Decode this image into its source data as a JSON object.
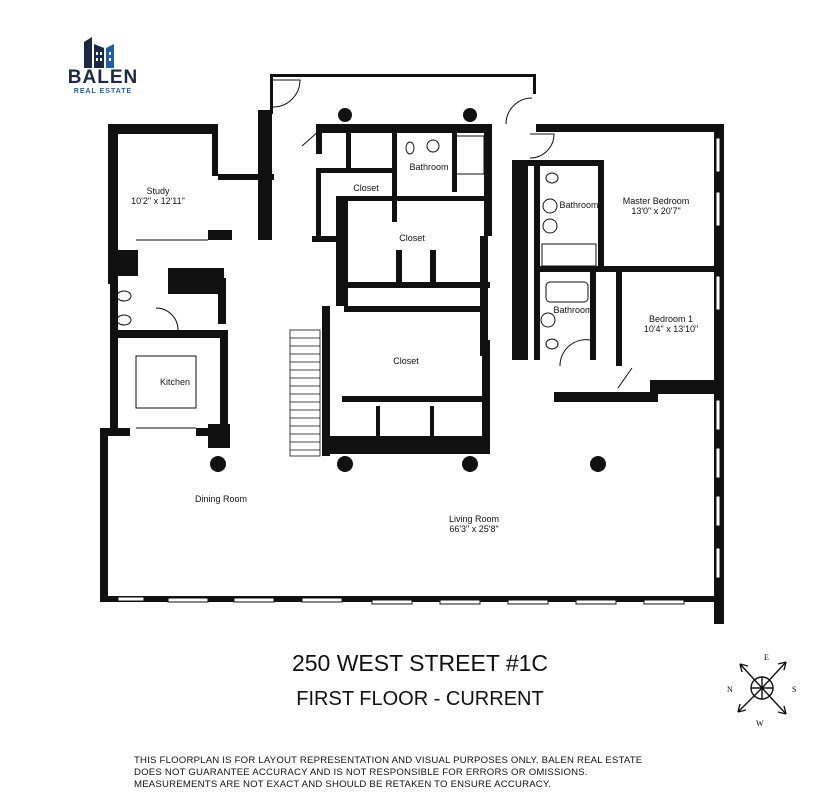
{
  "brand": {
    "name": "BALEN",
    "tagline": "REAL ESTATE",
    "colors": {
      "dark": "#1b2a44",
      "accent": "#1c5fa8"
    }
  },
  "rooms": [
    {
      "key": "study",
      "name": "Study",
      "dimensions": "10'2\" x 12'11\""
    },
    {
      "key": "closet_small",
      "name": "Closet",
      "dimensions": ""
    },
    {
      "key": "bathroom_top",
      "name": "Bathroom",
      "dimensions": ""
    },
    {
      "key": "closet_mid",
      "name": "Closet",
      "dimensions": ""
    },
    {
      "key": "closet_large",
      "name": "Closet",
      "dimensions": ""
    },
    {
      "key": "bathroom_master",
      "name": "Bathroom",
      "dimensions": ""
    },
    {
      "key": "master_bedroom",
      "name": "Master Bedroom",
      "dimensions": "13'0\" x 20'7\""
    },
    {
      "key": "bathroom_2",
      "name": "Bathroom",
      "dimensions": ""
    },
    {
      "key": "bedroom_1",
      "name": "Bedroom 1",
      "dimensions": "10'4\" x 13'10\""
    },
    {
      "key": "kitchen",
      "name": "Kitchen",
      "dimensions": ""
    },
    {
      "key": "dining_room",
      "name": "Dining Room",
      "dimensions": ""
    },
    {
      "key": "living_room",
      "name": "Living Room",
      "dimensions": "66'3\" x 25'8\""
    }
  ],
  "address": "250 WEST STREET #1C",
  "floor": "FIRST FLOOR - CURRENT",
  "disclaimer": [
    "THIS FLOORPLAN IS FOR LAYOUT REPRESENTATION AND VISUAL PURPOSES ONLY. BALEN REAL ESTATE",
    "DOES NOT GUARANTEE ACCURACY AND IS NOT RESPONSIBLE FOR ERRORS OR OMISSIONS.",
    "MEASUREMENTS ARE NOT EXACT AND SHOULD BE RETAKEN TO ENSURE ACCURACY."
  ],
  "compass": {
    "n": "N",
    "s": "S",
    "e": "E",
    "w": "W"
  },
  "icons": [
    "building-logo-icon",
    "compass-rose-icon",
    "toilet-icon",
    "sink-icon",
    "bathtub-icon",
    "shower-icon",
    "stair-icon",
    "column-icon"
  ]
}
